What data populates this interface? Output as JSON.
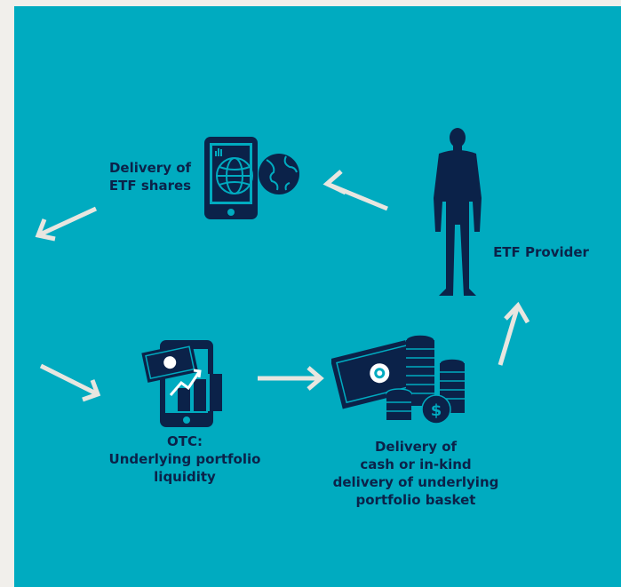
{
  "colors": {
    "panel": "#00abc0",
    "outer": "#f1efeb",
    "icon": "#0b2249",
    "arrow": "#e8e6e0"
  },
  "labels": {
    "delivery_etf": [
      "Delivery of",
      "ETF shares"
    ],
    "etf_provider": "ETF Provider",
    "otc": [
      "OTC:",
      "Underlying portfolio",
      "liquidity"
    ],
    "delivery_cash": [
      "Delivery of",
      "cash or in-kind",
      "delivery of underlying",
      "portfolio basket"
    ]
  },
  "icons": {
    "tablet_globe": "tablet-globe-icon",
    "provider": "businessman-silhouette-icon",
    "tablet_chart": "tablet-chart-icon",
    "banknote_coins": "banknote-coins-icon"
  }
}
